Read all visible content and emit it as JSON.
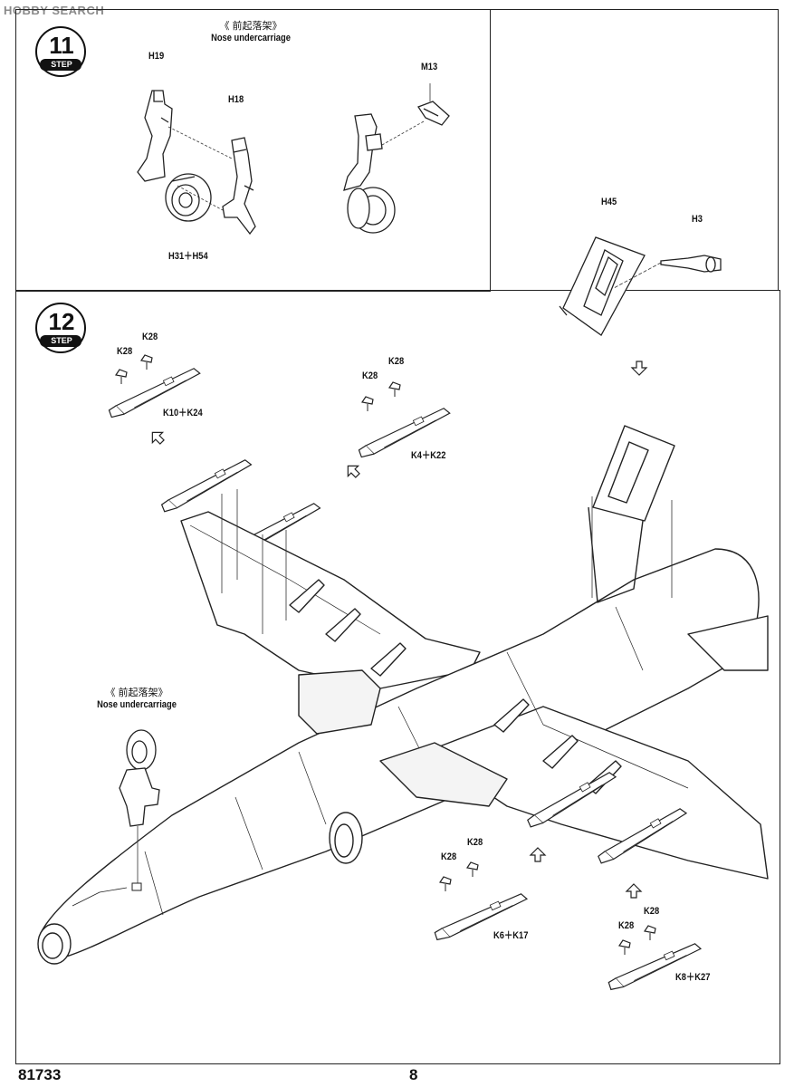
{
  "watermark": "HOBBY SEARCH",
  "footer": {
    "code": "81733",
    "page": "8"
  },
  "step11": {
    "step_word": "STEP",
    "number": "11",
    "title_cn": "《 前起落架》",
    "title_en": "Nose undercarriage",
    "parts": [
      "H19",
      "H18",
      "M13",
      "H31＋H54"
    ]
  },
  "step12": {
    "step_word": "STEP",
    "number": "12",
    "parts": {
      "h45": "H45",
      "h3": "H3",
      "k28": "K28",
      "k10_k24": "K10＋K24",
      "k4_k22": "K4＋K22",
      "k6_k17": "K6＋K17",
      "k8_k27": "K8＋K27"
    },
    "sub_title_cn": "《 前起落架》",
    "sub_title_en": "Nose undercarriage"
  }
}
